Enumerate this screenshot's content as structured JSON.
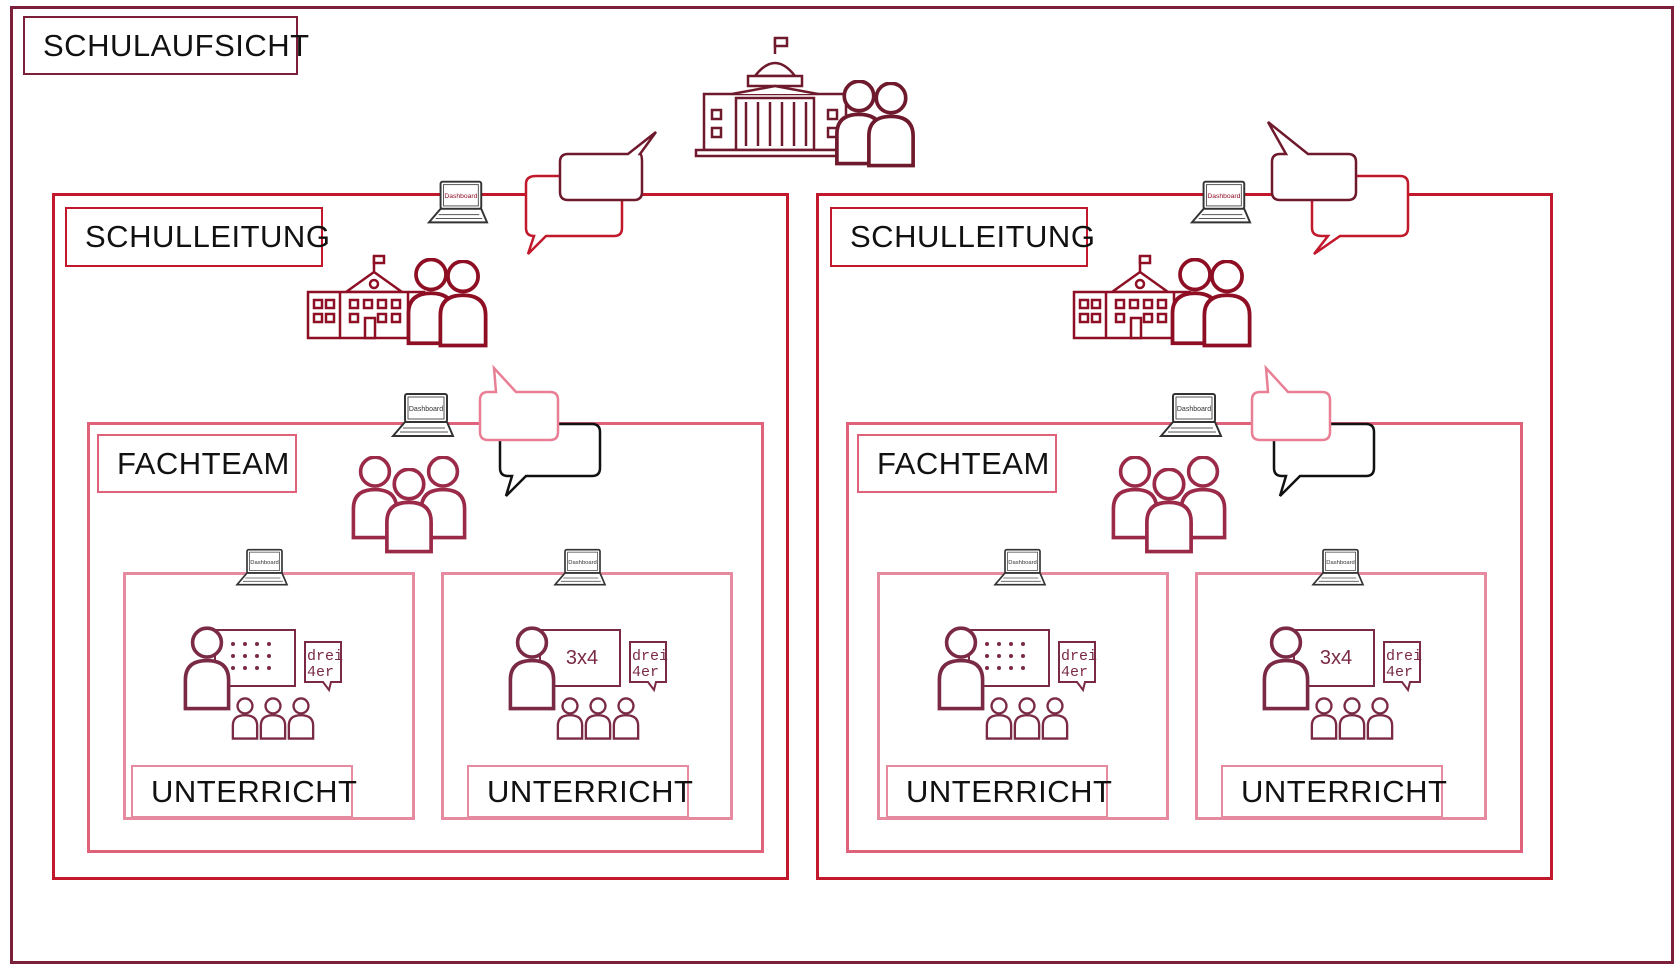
{
  "diagram": {
    "supervision": {
      "label": "SCHULAUFSICHT"
    },
    "schools": [
      {
        "leadership_label": "SCHULLEITUNG",
        "team_label": "FACHTEAM",
        "classes": [
          {
            "label": "UNTERRICHT",
            "board": "dots",
            "bubble": [
              "drei",
              "4er"
            ]
          },
          {
            "label": "UNTERRICHT",
            "board": "3x4",
            "bubble": [
              "drei",
              "4er"
            ]
          }
        ]
      },
      {
        "leadership_label": "SCHULLEITUNG",
        "team_label": "FACHTEAM",
        "classes": [
          {
            "label": "UNTERRICHT",
            "board": "dots",
            "bubble": [
              "drei",
              "4er"
            ]
          },
          {
            "label": "UNTERRICHT",
            "board": "3x4",
            "bubble": [
              "drei",
              "4er"
            ]
          }
        ]
      }
    ],
    "laptop_screen_text": "Dashboard"
  },
  "colors": {
    "supervision": "#7b1f3a",
    "leadership": "#c2182b",
    "team": "#e0627a",
    "classroom": "#e68aa0",
    "icon_dark": "#6e1a2c",
    "icon_school": "#8e0f24",
    "icon_team": "#9a2a48",
    "icon_class": "#7a2a44",
    "bubble_black": "#111111",
    "bubble_pink": "#e87f95"
  },
  "icons": [
    "government-building-icon",
    "school-building-icon",
    "people-icon",
    "team-icon",
    "laptop-icon",
    "speech-bubble-icon",
    "teacher-icon",
    "students-icon",
    "whiteboard-icon"
  ]
}
